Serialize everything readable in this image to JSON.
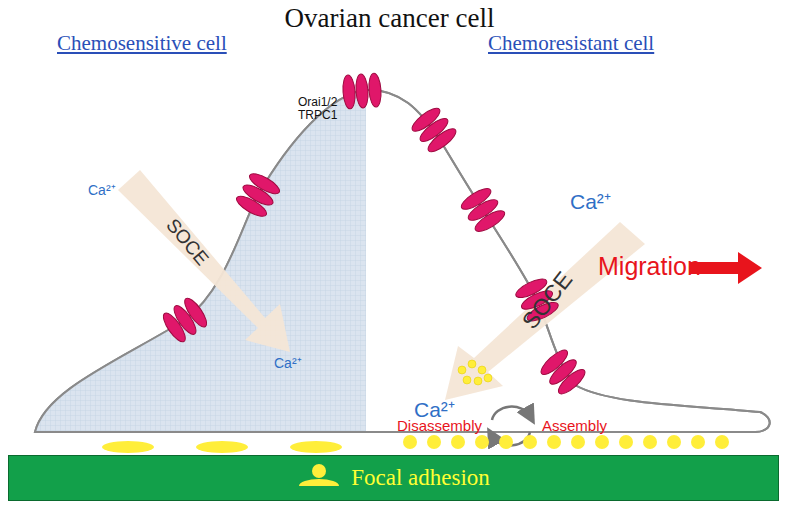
{
  "diagram": {
    "title": "Ovarian cancer cell",
    "nodes": [
      {
        "text": [
          "Focal adhesion"
        ]
      }
    ],
    "labels": [
      "Chemosensitive cell",
      "Chemoresistant cell",
      "Orai1/2 TRPC1",
      "Ca²⁺",
      "SOCE",
      "Ca²⁺",
      "Ca²⁺",
      "SOCE",
      "Ca²⁺",
      "Migration",
      "Disassembly",
      "Assembly"
    ]
  }
}
